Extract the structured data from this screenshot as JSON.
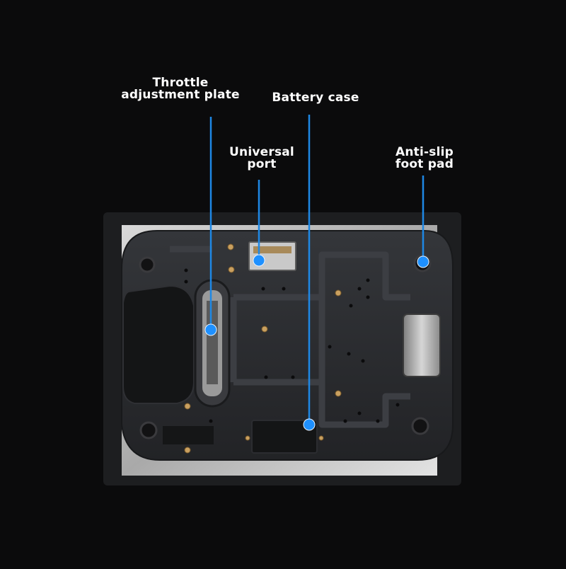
{
  "callouts": {
    "throttle": "Throttle\nadjustment plate",
    "universal": "Universal\nport",
    "battery": "Battery case",
    "antislip": "Anti-slip\nfoot pad"
  },
  "colors": {
    "background": "#0b0b0c",
    "leader_line": "#1e88e5",
    "marker_dot": "#1e90ff",
    "device_body": "#2a2b2e",
    "silver_plate": "#c9c9c9"
  },
  "icons": {
    "marker": "blue-dot-marker",
    "foot": "rubber-foot-icon",
    "screw": "brass-screw-icon"
  }
}
